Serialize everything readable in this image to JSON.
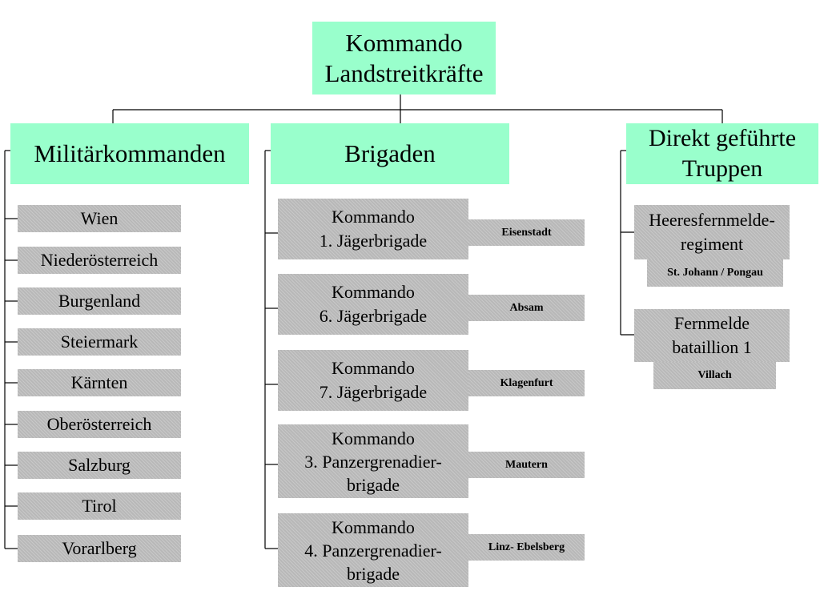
{
  "root": {
    "label": "Kommando\nLandstreitkräfte"
  },
  "columns": {
    "militaer": {
      "header": "Militärkommanden",
      "items": [
        "Wien",
        "Niederösterreich",
        "Burgenland",
        "Steiermark",
        "Kärnten",
        "Oberösterreich",
        "Salzburg",
        "Tirol",
        "Vorarlberg"
      ]
    },
    "brigaden": {
      "header": "Brigaden",
      "items": [
        {
          "name": "Kommando\n1. Jägerbrigade",
          "location": "Eisenstadt"
        },
        {
          "name": "Kommando\n6. Jägerbrigade",
          "location": "Absam"
        },
        {
          "name": "Kommando\n7. Jägerbrigade",
          "location": "Klagenfurt"
        },
        {
          "name": "Kommando\n3. Panzergrenadier-\nbrigade",
          "location": "Mautern"
        },
        {
          "name": "Kommando\n4. Panzergrenadier-\nbrigade",
          "location": "Linz- Ebelsberg"
        }
      ]
    },
    "direkt": {
      "header": "Direkt geführte\nTruppen",
      "items": [
        {
          "name": "Heeresfernmelde-\nregiment",
          "location": "St. Johann / Pongau"
        },
        {
          "name": "Fernmelde\nbataillion 1",
          "location": "Villach"
        }
      ]
    }
  },
  "colors": {
    "header_fill": "#99ffcc",
    "box_fill": "#b8b8b8",
    "line": "#000000"
  }
}
